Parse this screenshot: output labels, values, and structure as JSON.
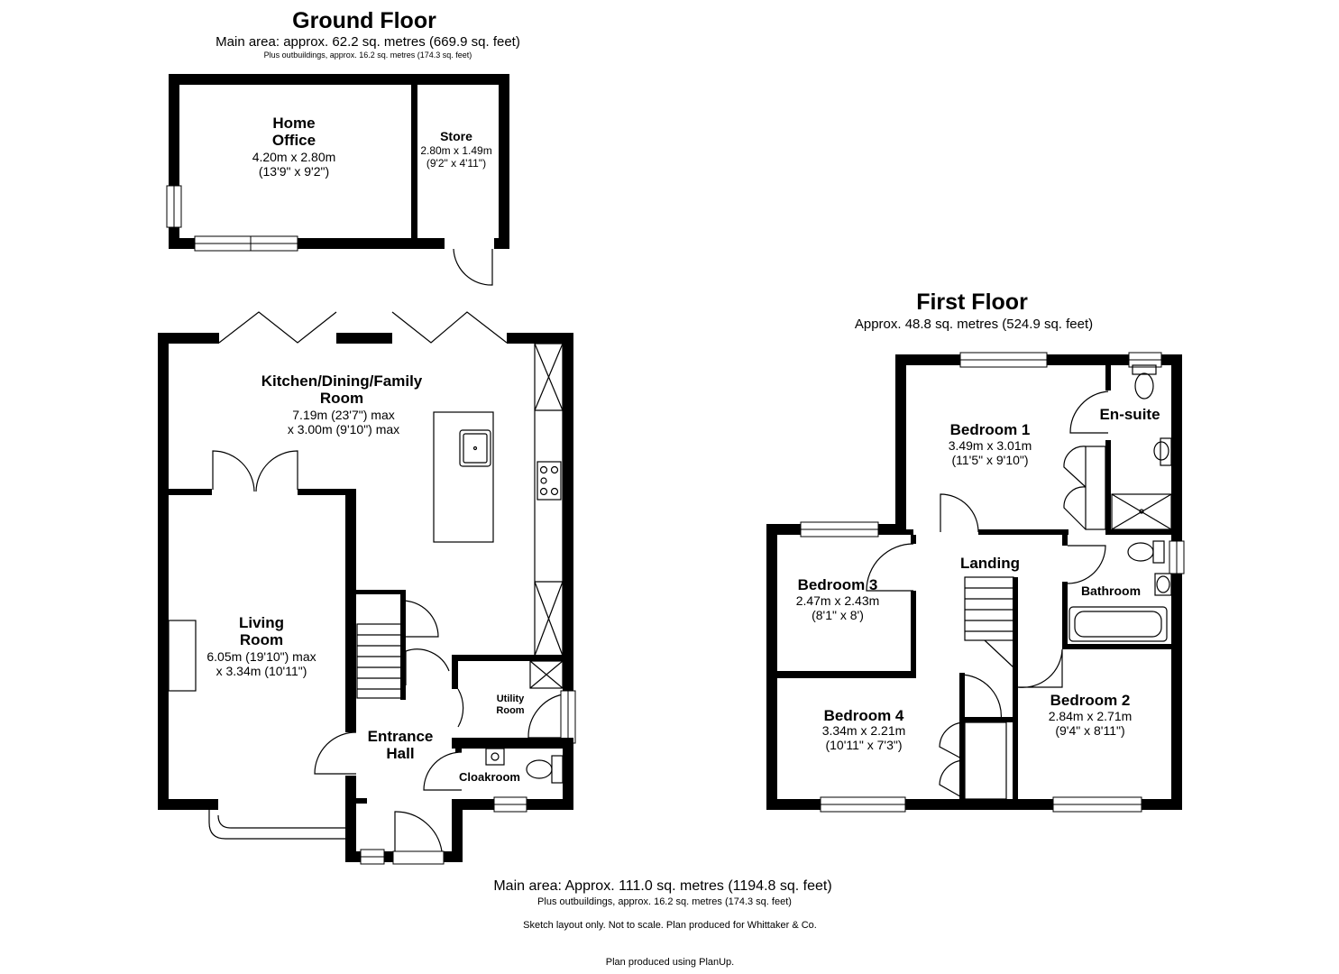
{
  "ground_floor": {
    "title": "Ground Floor",
    "main_area": "Main area: approx. 62.2 sq. metres (669.9 sq. feet)",
    "outbuildings": "Plus outbuildings, approx. 16.2 sq. metres (174.3 sq. feet)",
    "rooms": {
      "home_office": {
        "name_1": "Home",
        "name_2": "Office",
        "metric": "4.20m x 2.80m",
        "imperial": "(13'9\" x 9'2\")"
      },
      "store": {
        "name": "Store",
        "metric": "2.80m x 1.49m",
        "imperial": "(9'2\" x 4'11\")"
      },
      "kitchen": {
        "name_1": "Kitchen/Dining/Family",
        "name_2": "Room",
        "dim_1": "7.19m (23'7\") max",
        "dim_2": "x 3.00m (9'10\") max"
      },
      "living": {
        "name_1": "Living",
        "name_2": "Room",
        "dim_1": "6.05m (19'10\") max",
        "dim_2": "x 3.34m (10'11\")"
      },
      "utility": {
        "name_1": "Utility",
        "name_2": "Room"
      },
      "hall": {
        "name_1": "Entrance",
        "name_2": "Hall"
      },
      "cloakroom": {
        "name": "Cloakroom"
      }
    }
  },
  "first_floor": {
    "title": "First Floor",
    "area": "Approx. 48.8 sq. metres (524.9 sq. feet)",
    "rooms": {
      "bedroom1": {
        "name": "Bedroom 1",
        "metric": "3.49m x 3.01m",
        "imperial": "(11'5\" x 9'10\")"
      },
      "ensuite": {
        "name": "En-suite"
      },
      "landing": {
        "name": "Landing"
      },
      "bedroom3": {
        "name": "Bedroom 3",
        "metric": "2.47m x 2.43m",
        "imperial": "(8'1\" x 8')"
      },
      "bathroom": {
        "name": "Bathroom"
      },
      "bedroom4": {
        "name": "Bedroom 4",
        "metric": "3.34m x 2.21m",
        "imperial": "(10'11\" x 7'3\")"
      },
      "bedroom2": {
        "name": "Bedroom 2",
        "metric": "2.84m x 2.71m",
        "imperial": "(9'4\" x 8'11\")"
      }
    }
  },
  "footer": {
    "main_area": "Main area: Approx. 111.0 sq. metres (1194.8 sq. feet)",
    "outbuildings": "Plus outbuildings, approx. 16.2 sq. metres (174.3 sq. feet)",
    "disclaimer": "Sketch layout only. Not to scale. Plan produced for Whittaker & Co.",
    "produced_by": "Plan produced using PlanUp."
  }
}
